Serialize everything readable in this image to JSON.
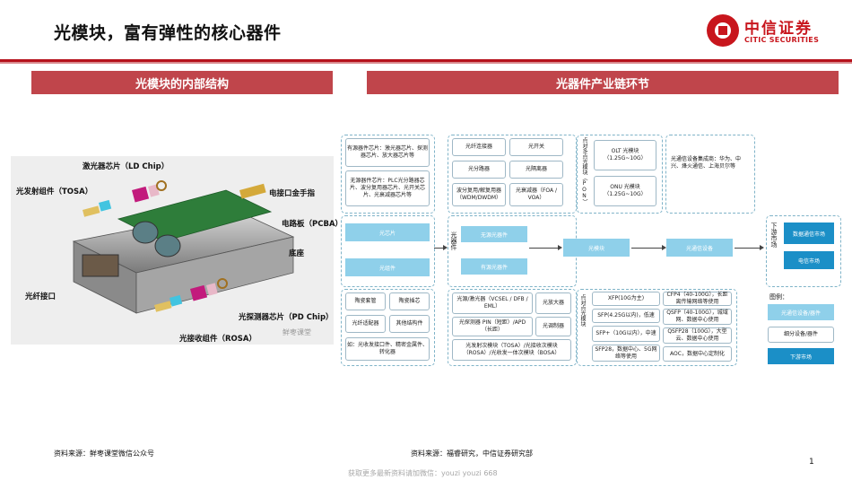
{
  "title": "光模块，富有弹性的核心器件",
  "logo": {
    "cn": "中信证券",
    "en": "CITIC SECURITIES",
    "color": "#c8161d"
  },
  "banners": {
    "left": "光模块的内部结构",
    "right": "光器件产业链环节"
  },
  "photo": {
    "labels": {
      "ld_chip": "激光器芯片（LD Chip）",
      "tosa": "光发射组件（TOSA）",
      "gold_finger": "电接口金手指",
      "pcba": "电路板（PCBA）",
      "base": "底座",
      "fiber_port": "光纤接口",
      "pd_chip": "光探测器芯片（PD Chip）",
      "rosa": "光接收组件（ROSA）"
    },
    "watermark": "鲜枣课堂"
  },
  "diagram": {
    "top_left": {
      "box1": "有源器件芯片：激光器芯片、探测器芯片、放大器芯片等",
      "box2": "无源器件芯片：PLC光分路器芯片、波分复用器芯片、光开关芯片、光衰减器芯片等"
    },
    "top_mid": {
      "items": [
        "光纤连接器",
        "光开关",
        "光分路器",
        "光隔离器",
        "波分复用/解复用器（WDM/DWDM）",
        "光衰减器（FOA / VOA）"
      ]
    },
    "p2mp_label": "点对多点光模块（PON）",
    "olt": "OLT 光模块（1.25G~10G）",
    "onu": "ONU 光模块（1.25G~10G）",
    "vendors": "光通信设备集成商：华为、中兴、烽火通信、上海贝尔等",
    "chip": "光芯片",
    "component": "光组件",
    "device_label": "光器件",
    "passive": "无源光器件",
    "active": "有源光器件",
    "module": "光模块",
    "equipment": "光通信设备",
    "downstream_label": "下游市场",
    "dc_market": "数据通信市场",
    "telecom_market": "电信市场",
    "bottom_left": [
      "陶瓷套管",
      "陶瓷插芯",
      "光纤适配器",
      "其他结构件"
    ],
    "bottom_left_note": "如：光收发接口件、精密金属件、转化器",
    "bottom_mid": {
      "laser": "光源/激光器（VCSEL / DFB / EML）",
      "amp": "光放大器",
      "detector": "光探测器 PIN（短距）/APD（长距）",
      "modulator": "光调制器",
      "osa": "光发射次模块（TOSA）/光接收次模块（ROSA）/光收发一体次模块（BOSA）"
    },
    "p2p_label": "点对点光模块",
    "p2p_left": [
      "XFP(10G为主)",
      "SFP(4.25G以内)，低速",
      "SFP+（10G以内），中速",
      "SFP28，数据中心、5G网络等使用"
    ],
    "p2p_right": [
      "CFP4（40-100G），长距离传输网络等使用",
      "QSFP（40-100G），城域网、数据中心使用",
      "QSFP28（100G），大型云、数据中心使用",
      "AOC，数据中心定制化"
    ],
    "legend_title": "图例：",
    "legend": [
      "光通信设备/器件",
      "细分设备/器件",
      "下游市场"
    ]
  },
  "sources": {
    "left": "资料来源：鲜枣课堂微信公众号",
    "right": "资料来源：福睿研究，中信证券研究部"
  },
  "page_number": "1",
  "footer_watermark": "获取更多最新资料请加微信：youzi youzi 668"
}
